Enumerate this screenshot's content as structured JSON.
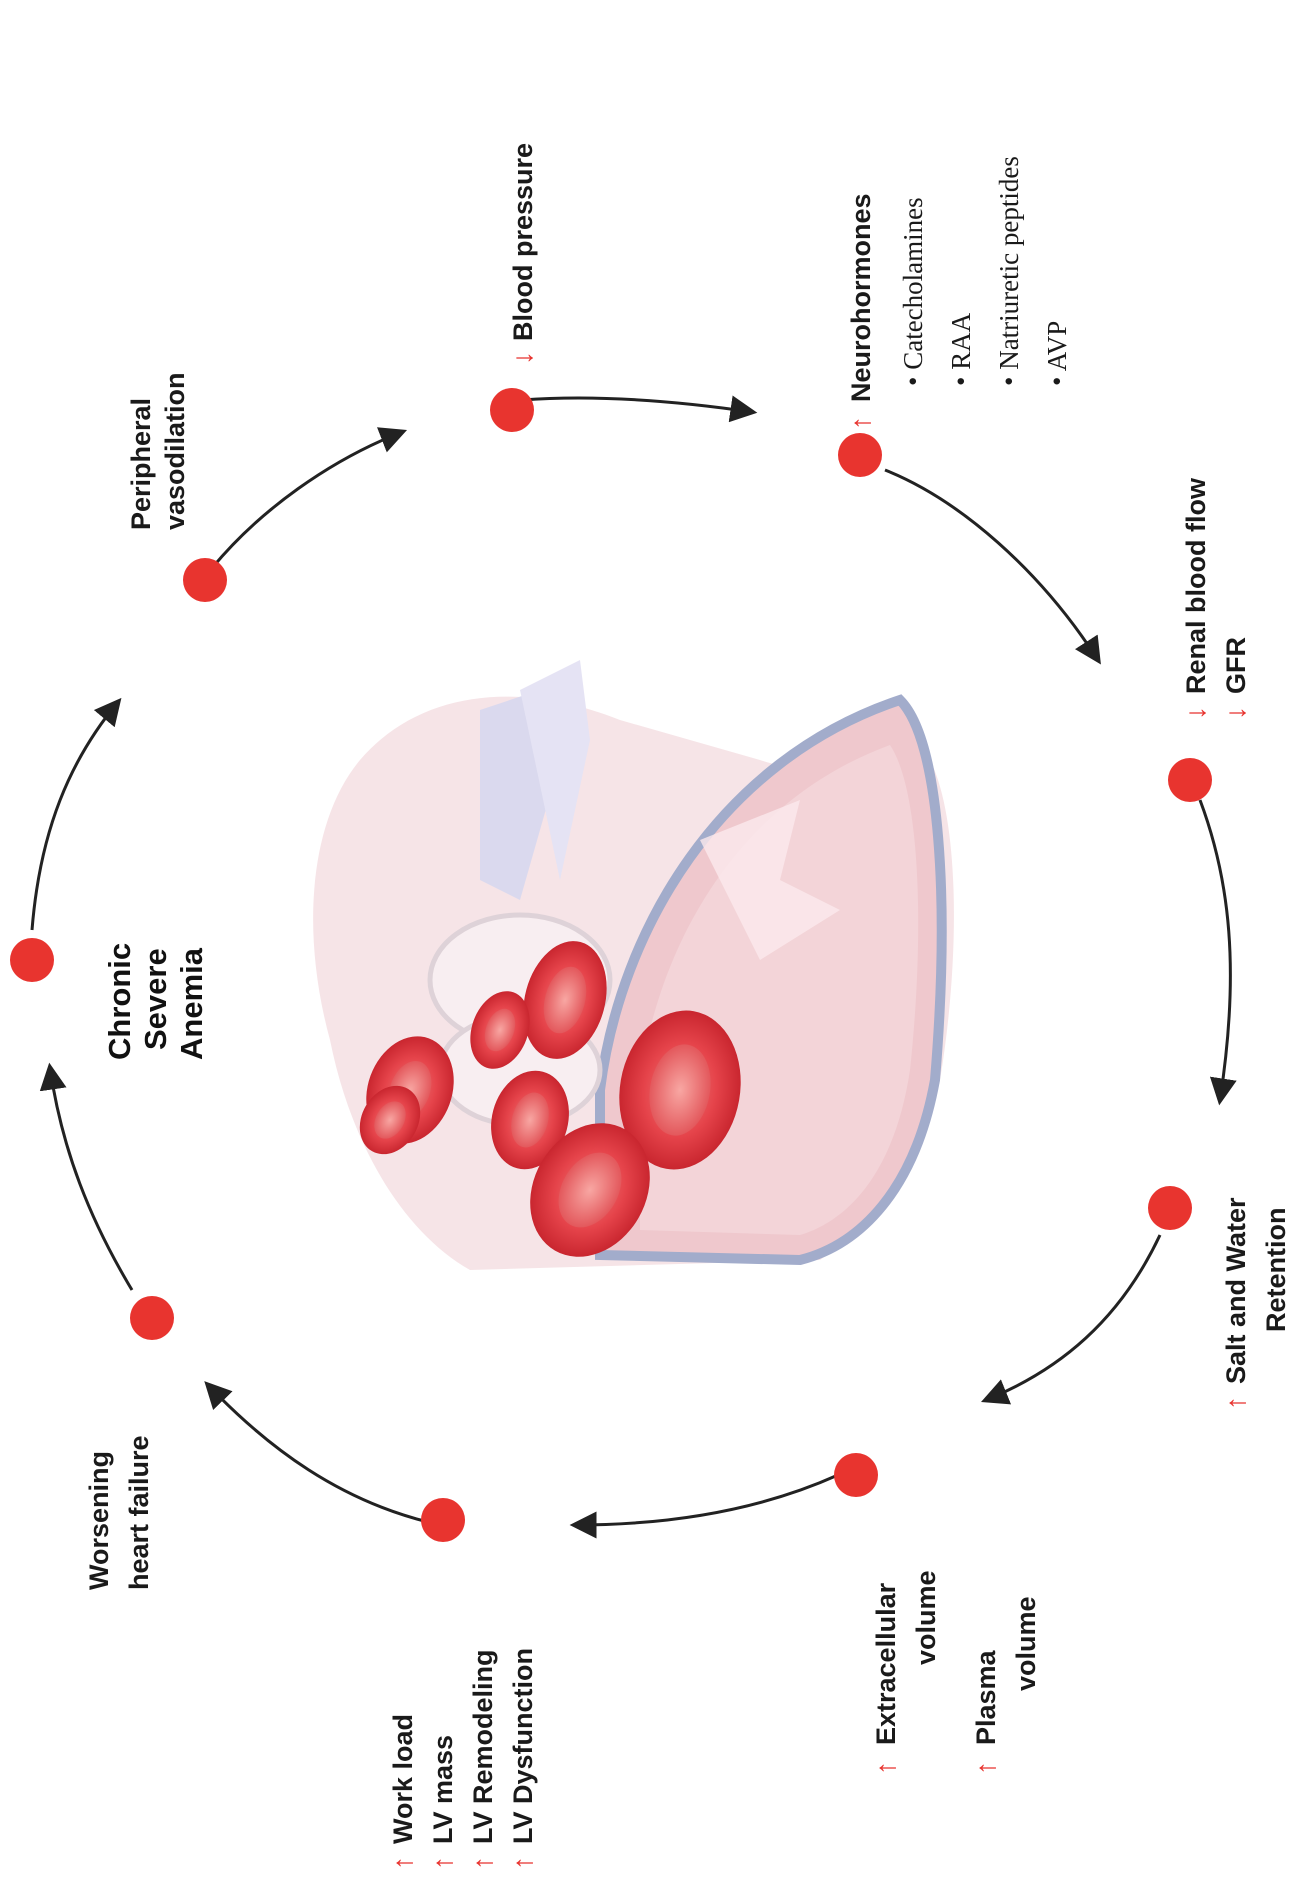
{
  "center_title": [
    "Chronic",
    "Severe",
    "Anemia"
  ],
  "colors": {
    "node": "#e8342f",
    "arrow": "#222222",
    "up_down_marker": "#e8342f"
  },
  "steps": {
    "peripheral": [
      "Peripheral",
      "vasodilation"
    ],
    "blood_pressure": {
      "direction": "down",
      "label": "Blood pressure"
    },
    "neurohormones": {
      "direction": "up",
      "label": "Neurohormones",
      "bullets": [
        "Catecholamines",
        "RAA",
        "Natriuretic peptides",
        "AVP"
      ]
    },
    "renal": [
      {
        "direction": "down",
        "label": "Renal blood flow"
      },
      {
        "direction": "down",
        "label": "GFR"
      }
    ],
    "salt_water": {
      "direction": "up",
      "label": [
        "Salt and Water",
        "Retention"
      ]
    },
    "volume": [
      {
        "direction": "up",
        "label": [
          "Extracellular",
          "volume"
        ]
      },
      {
        "direction": "up",
        "label": [
          "Plasma",
          "volume"
        ]
      }
    ],
    "workload": [
      {
        "direction": "up",
        "label": "Work load"
      },
      {
        "direction": "up",
        "label": "LV mass"
      },
      {
        "direction": "up",
        "label": "LV Remodeling"
      },
      {
        "direction": "up",
        "label": "LV Dysfunction"
      }
    ],
    "heart_failure": [
      "Worsening",
      "heart failure"
    ]
  },
  "icons": {
    "node": "red-dot-icon",
    "up": "red-up-arrow-icon",
    "down": "red-down-arrow-icon",
    "illustration": "heart-with-red-blood-cells"
  }
}
